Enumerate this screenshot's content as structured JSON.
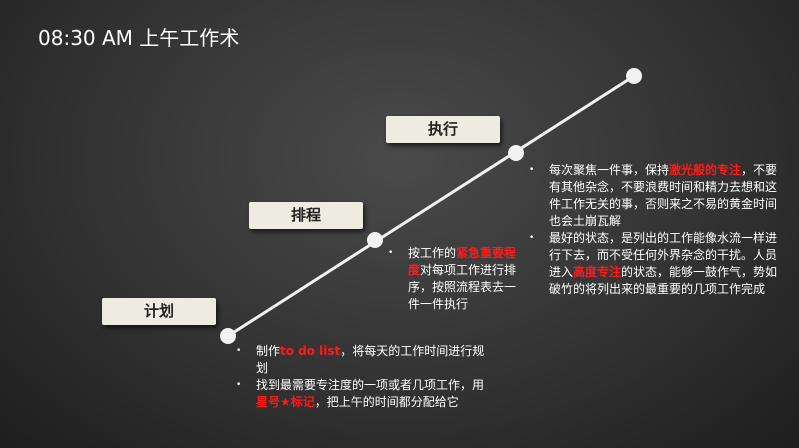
{
  "title": "08:30 AM 上午工作术",
  "steps": [
    {
      "label": "计划",
      "bullets": [
        {
          "pre": "制作",
          "hl": "to do list",
          "post": "，将每天的工作时间进行规划"
        },
        {
          "pre": "找到最需要专注度的一项或者几项工作，用",
          "hl": "星号★标记",
          "post": "，把上午的时间都分配给它"
        }
      ]
    },
    {
      "label": "排程",
      "bullets": [
        {
          "pre": "按工作的",
          "hl": "紧急重要程度",
          "post": "对每项工作进行排序，按照流程表去一件一件执行"
        }
      ]
    },
    {
      "label": "执行",
      "bullets": [
        {
          "pre": "每次聚焦一件事，保持",
          "hl": "激光般的专注",
          "post": "，不要有其他杂念，不要浪费时间和精力去想和这件工作无关的事，否则来之不易的黄金时间也会土崩瓦解"
        },
        {
          "pre": "最好的状态，是列出的工作能像水流一样进行下去，而不受任何外界杂念的干扰。人员进入",
          "hl": "高度专注",
          "post": "的状态，能够一鼓作气，势如破竹的将列出来的最重要的几项工作完成"
        }
      ]
    }
  ],
  "colors": {
    "highlight": "#ff1a1a",
    "label_bg": "#eeece1"
  }
}
